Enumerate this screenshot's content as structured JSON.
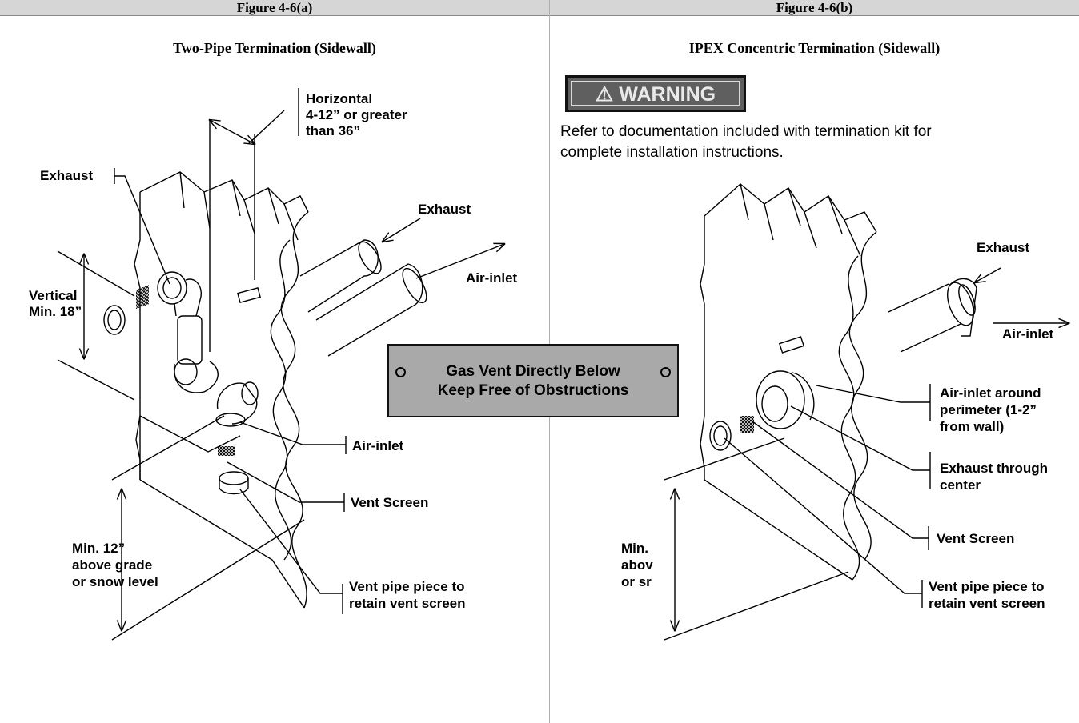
{
  "figure_a": {
    "header": "Figure 4-6(a)",
    "subtitle": "Two-Pipe Termination (Sidewall)",
    "labels": {
      "horizontal": "Horizontal",
      "horizontal_dim_1": "4-12” or greater",
      "horizontal_dim_2": "than 36”",
      "exhaust_left": "Exhaust",
      "exhaust_right": "Exhaust",
      "air_inlet_right": "Air-inlet",
      "vertical": "Vertical",
      "vertical_min": "Min. 18”",
      "air_inlet": "Air-inlet",
      "vent_screen": "Vent Screen",
      "min_12_1": "Min. 12”",
      "min_12_2": "above grade",
      "min_12_3": "or snow level",
      "vent_pipe_1": "Vent pipe piece to",
      "vent_pipe_2": "retain vent screen"
    }
  },
  "figure_b": {
    "header": "Figure 4-6(b)",
    "subtitle": "IPEX Concentric Termination (Sidewall)",
    "warning_label": "⚠ WARNING",
    "note_line_1": "Refer to documentation included with termination kit for",
    "note_line_2": "complete installation instructions.",
    "labels": {
      "exhaust": "Exhaust",
      "air_inlet": "Air-inlet",
      "air_inlet_perimeter_1": "Air-inlet around",
      "air_inlet_perimeter_2": "perimeter (1-2”",
      "air_inlet_perimeter_3": "from wall)",
      "exhaust_center_1": "Exhaust through",
      "exhaust_center_2": "center",
      "vent_screen": "Vent Screen",
      "min_1": "Min.",
      "min_2": "abov",
      "min_3": "or sr",
      "vent_pipe_1": "Vent pipe piece to",
      "vent_pipe_2": "retain vent screen"
    }
  },
  "banner": {
    "line_1": "Gas Vent Directly Below",
    "line_2": "Keep Free of Obstructions"
  }
}
